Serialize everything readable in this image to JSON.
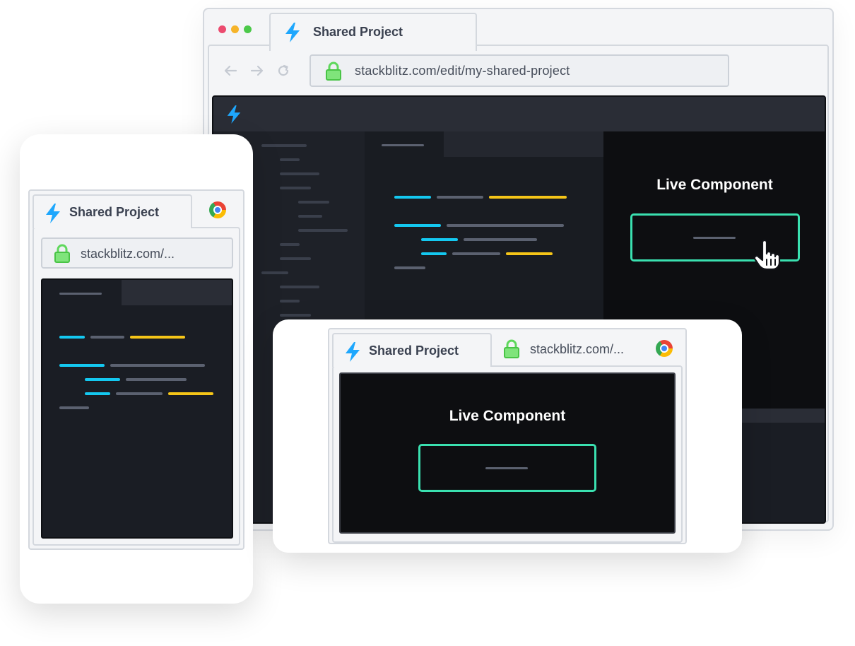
{
  "desktop": {
    "tab_title": "Shared Project",
    "url": "stackblitz.com/edit/my-shared-project",
    "nav_icons": [
      "back-arrow-icon",
      "forward-arrow-icon",
      "reload-icon"
    ],
    "traffic_lights": [
      "#ec4b6f",
      "#f6b42a",
      "#4cc94a"
    ],
    "preview": {
      "title": "Live Component"
    }
  },
  "phone": {
    "tab_title": "Shared Project",
    "url": "stackblitz.com/..."
  },
  "tablet": {
    "tab_title": "Shared Project",
    "url": "stackblitz.com/...",
    "preview": {
      "title": "Live Component"
    }
  },
  "colors": {
    "accent_green": "#3ae0b0",
    "code_cyan": "#14c8f0",
    "code_yellow": "#f5c518",
    "brand_blue": "#1ea7fd",
    "lock_green": "#5fd85c"
  }
}
